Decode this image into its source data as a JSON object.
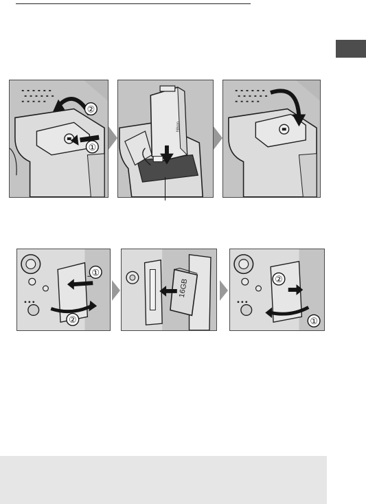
{
  "figures": {
    "battery": {
      "panel_1": {
        "step_1": "①",
        "step_2": "②"
      },
      "panel_2": {
        "brand_text": "Nikon"
      },
      "panel_3": {}
    },
    "memory_card": {
      "panel_1": {
        "step_1": "①",
        "step_2": "②"
      },
      "panel_2": {
        "card_capacity": "16GB"
      },
      "panel_3": {
        "step_1": "①",
        "step_2": "②"
      }
    }
  },
  "colors": {
    "panel_bg": "#b9b9b9",
    "panel_border": "#4a4a4a",
    "camera_body": "#dcdcdc",
    "camera_outline": "#1e1e1e",
    "arrow": "#141414",
    "chevron": "#999999",
    "side_tab": "#4d4d4d",
    "note_box": "#e6e6e6"
  }
}
